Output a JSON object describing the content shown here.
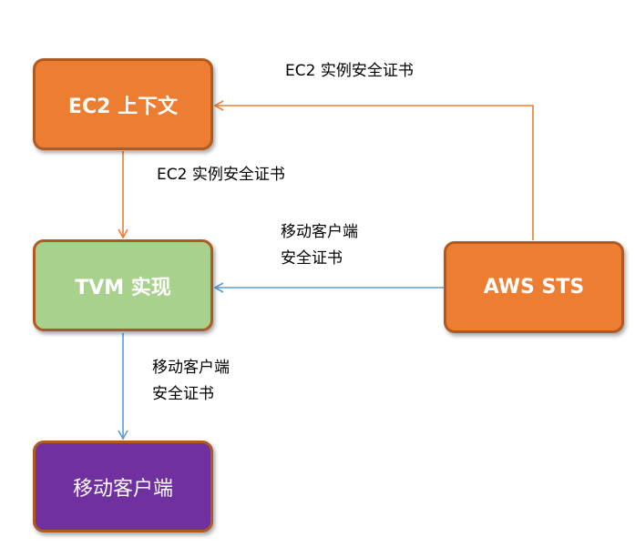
{
  "colors": {
    "orange_fill": "#ED7D31",
    "orange_border": "#AE5A21",
    "green_fill": "#A9D18E",
    "green_border": "#AE5A21",
    "purple_fill": "#7030A0",
    "purple_border": "#AE5A21",
    "orange_arrow": "#ED7D31",
    "blue_arrow": "#5B9BD5",
    "node_text_light": "#FFFFFF"
  },
  "nodes": {
    "ec2_context": {
      "label": "EC2 上下文"
    },
    "tvm_impl": {
      "label": "TVM 实现"
    },
    "mobile_client": {
      "label": "移动客户端"
    },
    "aws_sts": {
      "label": "AWS STS"
    }
  },
  "edges": {
    "sts_to_ec2": {
      "label": "EC2 实例安全证书"
    },
    "ec2_to_tvm": {
      "label": "EC2 实例安全证书"
    },
    "sts_to_tvm": {
      "line1": "移动客户端",
      "line2": "安全证书"
    },
    "tvm_to_mobile": {
      "line1": "移动客户端",
      "line2": "安全证书"
    }
  }
}
